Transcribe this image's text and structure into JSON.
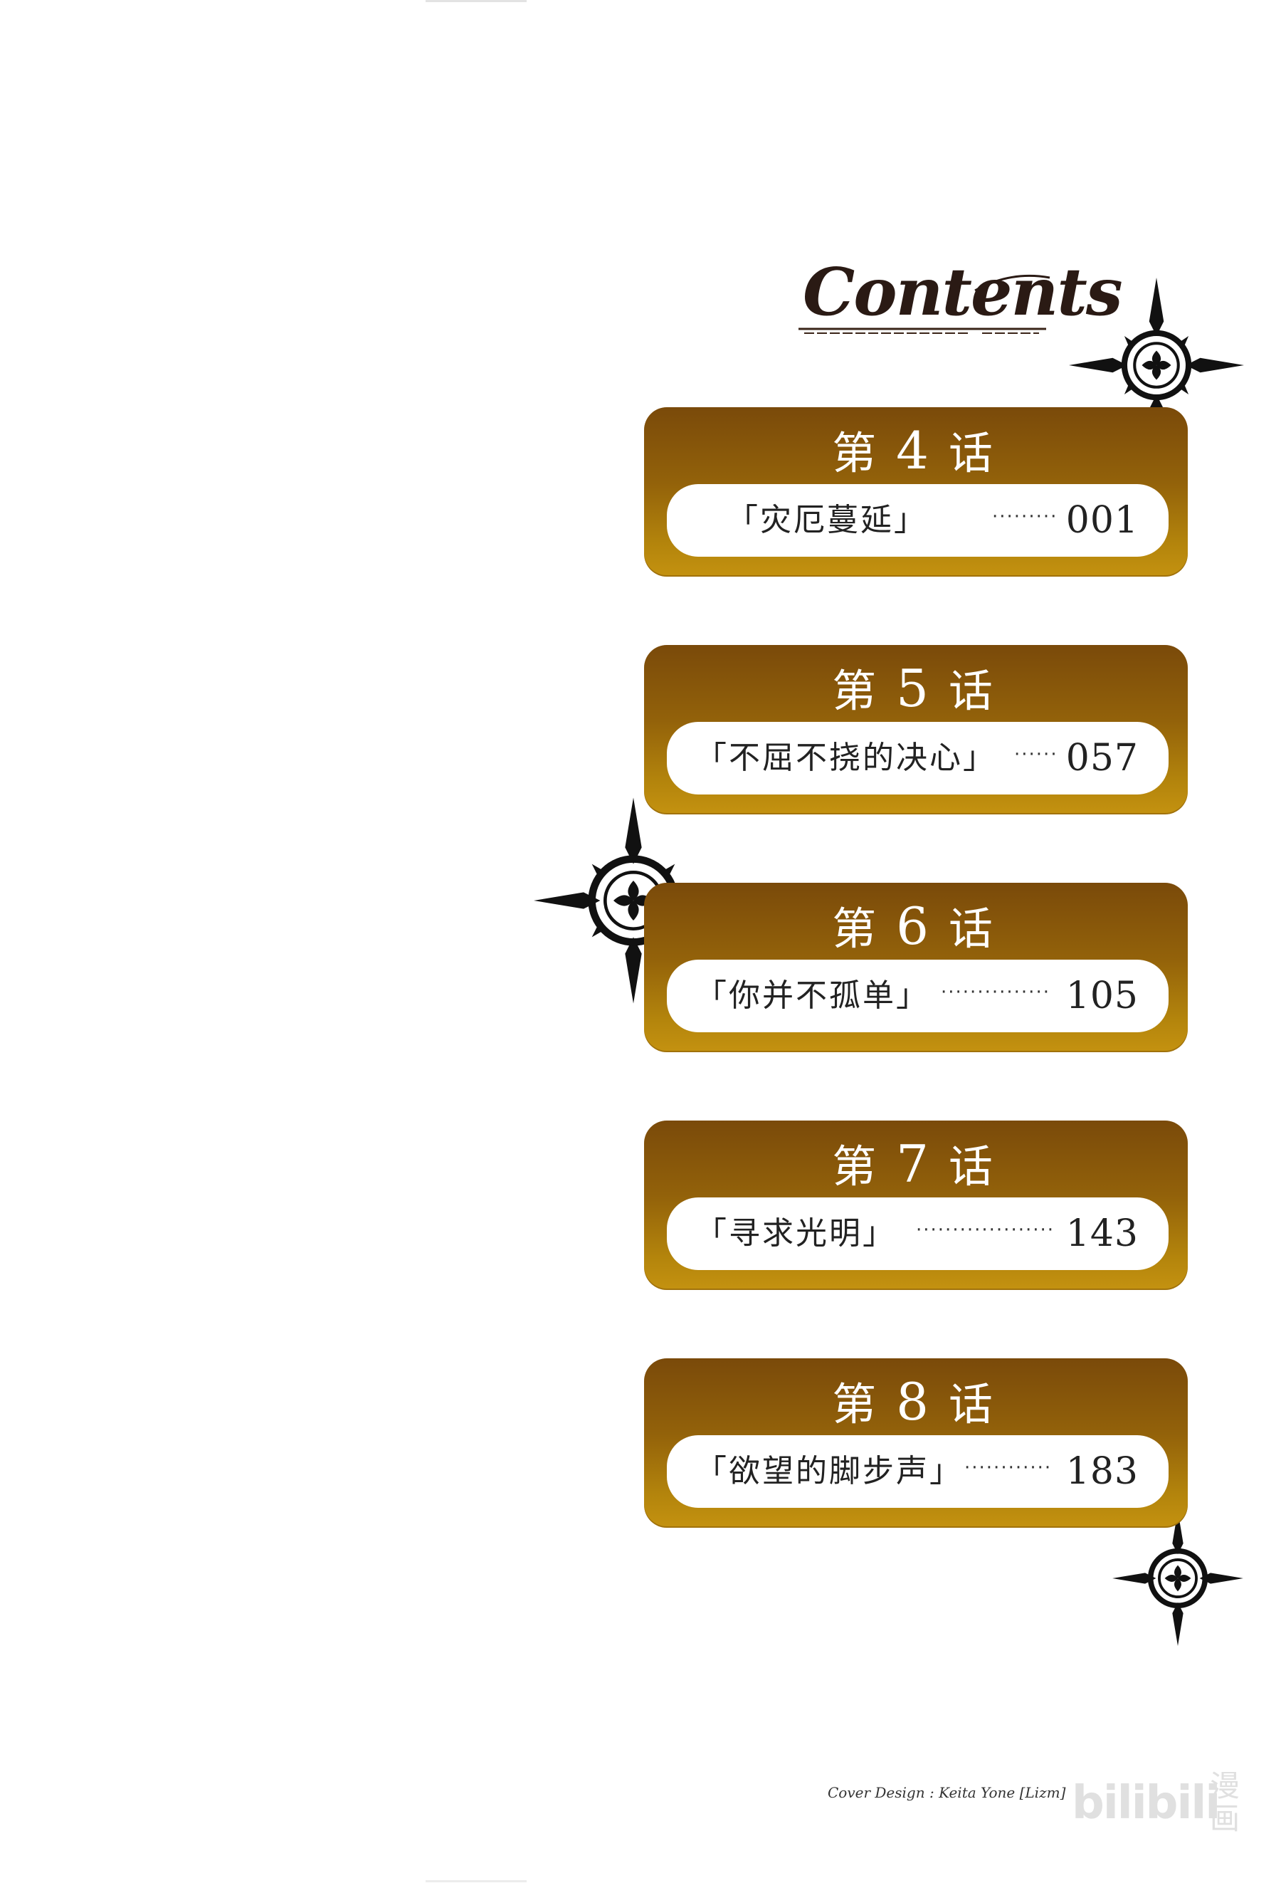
{
  "header": {
    "title": "Contents"
  },
  "chapters": [
    {
      "prefix": "第",
      "number": "4",
      "suffix": "话",
      "title": "「灾厄蔓延」",
      "dots": "·········",
      "page": "001"
    },
    {
      "prefix": "第",
      "number": "5",
      "suffix": "话",
      "title": "「不屈不挠的决心」",
      "dots": "······",
      "page": "057"
    },
    {
      "prefix": "第",
      "number": "6",
      "suffix": "话",
      "title": "「你并不孤单」",
      "dots": "···············",
      "page": "105"
    },
    {
      "prefix": "第",
      "number": "7",
      "suffix": "话",
      "title": "「寻求光明」",
      "dots": "···················",
      "page": "143"
    },
    {
      "prefix": "第",
      "number": "8",
      "suffix": "话",
      "title": "「欲望的脚步声」",
      "dots": "············",
      "page": "183"
    }
  ],
  "footer": {
    "credit": "Cover Design : Keita Yone [Lizm]",
    "logo_text": "bilibili",
    "logo_cn": "漫画"
  },
  "colors": {
    "panel_top": "#7a4a0a",
    "panel_bottom": "#c49210",
    "ornament": "#111111"
  }
}
